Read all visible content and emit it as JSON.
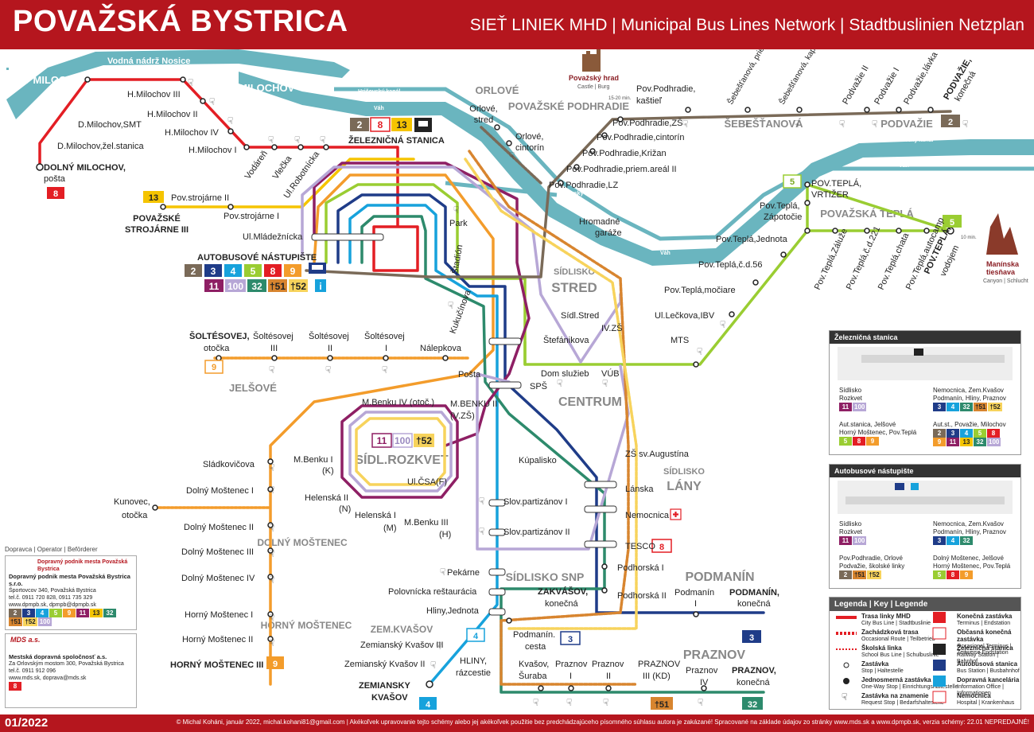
{
  "header": {
    "title": "POVAŽSKÁ BYSTRICA",
    "subtitle": "SIEŤ LINIEK MHD | Municipal Bus Lines Network | Stadtbuslinien Netzplan"
  },
  "footer": {
    "date": "01/2022",
    "credits": "© Michal Koháni, január 2022, michal.kohani81@gmail.com | Akékoľvek upravovanie tejto schémy alebo jej akékoľvek použitie bez predchádzajúceho písomného súhlasu autora je zakázané! Spracované na základe údajov zo stránky www.mds.sk a www.dpmpb.sk, verzia schémy: 22.01 NEPREDAJNÉ!"
  },
  "colors": {
    "brand": "#b5161e",
    "water": "#6ab5bf",
    "line2": "#7a6a58",
    "line3": "#1f3c88",
    "line4": "#17a2dc",
    "line5": "#9acd32",
    "line8": "#e31e24",
    "line9": "#f39c2b",
    "line11": "#8e1f64",
    "line13": "#f5c400",
    "line32": "#2d8a6c",
    "line100": "#b7a7d6",
    "lineT51": "#d8852f",
    "lineT52": "#f7d35c"
  },
  "water_labels": {
    "reservoir": "Vodná nádrž Nosice",
    "canal1": "Hričovský kanál",
    "vah1": "Váh",
    "canal2": "Hričovský kanál",
    "canal3": "Hričovský kanál",
    "vah2": "Váh",
    "canal4": "Hričovský kanál",
    "vah3": "Váh"
  },
  "districts": {
    "dolny_milochov": "DOLNÝ\nMILOCHOV",
    "horny_milochov": "HORNÝ\nMILOCHOV",
    "orlove": "ORLOVÉ",
    "povazske_podhradie": "POVAŽSKÉ\nPODHRADIE",
    "sebestanova": "ŠEBEŠŤANOVÁ",
    "podvazie": "PODVAŽIE",
    "povazska_tepla": "POVAŽSKÁ TEPLÁ",
    "sidlisko_stred_1": "SÍDLISKO",
    "sidlisko_stred_2": "STRED",
    "centrum": "CENTRUM",
    "sidlisko_lany_1": "SÍDLISKO",
    "sidlisko_lany_2": "LÁNY",
    "jelsove": "JELŠOVÉ",
    "rozkvet": "SÍDL.ROZKVET",
    "dolny_mostenec": "DOLNÝ\nMOŠTENEC",
    "horny_mostenec": "HORNÝ\nMOŠTENEC",
    "sidlisko_snp": "SÍDLISKO SNP",
    "podmanin": "PODMANÍN",
    "zem_kvasov": "ZEM.KVAŠOV",
    "praznov": "PRAZNOV"
  },
  "stops": {
    "d_milochov_konecna": "DOLNÝ MILOCHOV,",
    "d_milochov_posta": "pošta",
    "d_milochov_zel": "D.Milochov,žel.stanica",
    "d_milochov_smt": "D.Milochov,SMT",
    "h_milochov_iii": "H.Milochov III",
    "h_milochov_ii": "H.Milochov II",
    "h_milochov_iv": "H.Milochov IV",
    "h_milochov_i": "H.Milochov I",
    "vodaren": "Vodáreň",
    "vlecka": "Vlečka",
    "ul_robotnicka": "Ul.Robotnícka",
    "zel_stanica": "ŽELEZNIČNÁ STANICA",
    "pov_strojarne_ii": "Pov.strojárne II",
    "pov_strojarne_i": "Pov.strojárne I",
    "pov_strojarne_iii_1": "POVAŽSKÉ",
    "pov_strojarne_iii_2": "STROJÁRNE III",
    "ul_mladeznicka": "Ul.Mládežnícka",
    "aut_nastupiste": "AUTOBUSOVÉ NÁSTUPIŠTE",
    "park": "Park",
    "stadion": "Štadión",
    "kukucinova": "Kukučínova",
    "orlove_stred_1": "Orlové,",
    "orlove_stred_2": "stred",
    "orlove_cintorin_1": "Orlové,",
    "orlove_cintorin_2": "cintorín",
    "hromadne_garaze_1": "Hromadné",
    "hromadne_garaze_2": "garáže",
    "pov_podhradie_lz": "Pov.Podhradie,LZ",
    "pov_podhradie_priem": "Pov.Podhradie,priem.areál II",
    "pov_podhradie_krizan": "Pov.Podhradie,Križan",
    "pov_podhradie_cint": "Pov.Podhradie,cintorín",
    "pov_podhradie_zs": "Pov.Podhradie,ZŠ",
    "pov_podhradie_kastiel_1": "Pov.Podhradie,",
    "pov_podhradie_kastiel_2": "kaštieľ",
    "povazsky_hrad": "Považský hrad",
    "povazsky_hrad_sub": "Castle | Burg",
    "hrad_walk": "15-20 min.",
    "sebestanova_areal": "Šebešťanová, priemyselný areál",
    "sebestanova_kaplnka": "Šebešťanová, kaplnka",
    "sebestanova_1": "Šebešťanová,",
    "podvazie_ii": "Podvažie II",
    "podvazie_i": "Podvažie I",
    "podvazie_lavka": "Podvažie,lávka",
    "podvazie_konecna_1": "PODVAŽIE,",
    "podvazie_konecna_2": "konečná",
    "pov_tepla_vrtizer_1": "POV.TEPLÁ,",
    "pov_tepla_vrtizer_2": "VRTIŽER",
    "pov_tepla_zapotocie_1": "Pov.Teplá,",
    "pov_tepla_zapotocie_2": "Zápotočie",
    "pov_tepla_jednota": "Pov.Teplá,Jednota",
    "pov_tepla_zaluzie": "Pov.Teplá,Záluže",
    "pov_tepla_cd221": "Pov.Teplá,č.d.221",
    "pov_tepla_chata": "Pov.Teplá,chata",
    "pov_tepla_autocamp": "Pov.Teplá,autocamp",
    "pov_tepla_vodojem_1": "POV.TEPLÁ,",
    "pov_tepla_vodojem_2": "vodojem",
    "pov_tepla_cd56": "Pov.Teplá,č.d.56",
    "pov_tepla_mociare": "Pov.Teplá,močiare",
    "manin_1": "Manínska",
    "manin_2": "tiesňava",
    "manin_sub": "Canyon | Schlucht",
    "manin_walk": "10 min.",
    "ul_leckova": "Ul.Lečkova,IBV",
    "mts": "MTS",
    "sidl_stred": "Sídl.Stred",
    "iv_zs": "IV.ZŠ",
    "stefanikova": "Štefánikova",
    "dom_sluzieb": "Dom služieb",
    "vub": "VÚB",
    "spš": "SPŠ",
    "posta": "Pošta",
    "soltesovej_otocka_1": "ŠOLTÉSOVEJ,",
    "soltesovej_otocka_2": "otočka",
    "soltesovej_iii_1": "Šoltésovej",
    "soltesovej_iii_2": "III",
    "soltesovej_ii_1": "Šoltésovej",
    "soltesovej_ii_2": "II",
    "soltesovej_i_1": "Šoltésovej",
    "soltesovej_i_2": "I",
    "nalepkova": "Nálepkova",
    "m_benku_iv": "M.Benku IV (otoč.)",
    "m_benku_ii_1": "M.BENKU II",
    "m_benku_ii_2": "(V.ZŠ)",
    "m_benku_i_1": "M.Benku I",
    "m_benku_i_2": "(K)",
    "helenska_ii_1": "Helenská II",
    "helenska_ii_2": "(N)",
    "helenska_i_1": "Helenská I",
    "helenska_i_2": "(M)",
    "ul_csa_1": "Ul.ČSA",
    "ul_csa_2": "(F)",
    "m_benku_iii_1": "M.Benku III",
    "m_benku_iii_2": "(H)",
    "kupalisko": "Kúpalisko",
    "zs_sv_augustina": "ZŠ sv.Augustína",
    "lanska": "Lánska",
    "nemocnica": "Nemocnica",
    "tesco": "TESCO",
    "podhorska_i": "Podhorská I",
    "podhorska_ii": "Podhorská II",
    "slov_partizanov_i": "Slov.partizánov I",
    "slov_partizanov_ii": "Slov.partizánov II",
    "sladkovicova": "Sládkovičova",
    "dolny_mostenec_i": "Dolný Moštenec I",
    "dolny_mostenec_ii": "Dolný Moštenec II",
    "dolny_mostenec_iii": "Dolný Moštenec III",
    "dolny_mostenec_iv": "Dolný Moštenec IV",
    "kunovec_1": "Kunovec,",
    "kunovec_2": "otočka",
    "horny_mostenec_i": "Horný Moštenec I",
    "horny_mostenec_ii": "Horný Moštenec II",
    "horny_mostenec_iii": "HORNÝ MOŠTENEC III",
    "pekarne": "Pekárne",
    "polovnicka": "Polovnícka reštaurácia",
    "hliny_jednota": "Hliny,Jednota",
    "zakvasov_1": "ZAKVÁŠOV,",
    "zakvasov_2": "konečná",
    "podmanin_1": "Podmanín",
    "podmanin_2": "I",
    "podmanin_konecna_1": "PODMANÍN,",
    "podmanin_konecna_2": "konečná",
    "podmanin_cesta_1": "Podmanín.",
    "podmanin_cesta_2": "cesta",
    "zem_kvasov_iii": "Zemianský Kvašov III",
    "zem_kvasov_ii": "Zemianský Kvašov II",
    "zem_kvasov_konecna_1": "ZEMIANSKY",
    "zem_kvasov_konecna_2": "KVAŠOV",
    "hliny_razcestie_1": "HLINY,",
    "hliny_razcestie_2": "rázcestie",
    "kvasov_suraba_1": "Kvašov,",
    "kvasov_suraba_2": "Šuraba",
    "praznov_i_1": "Praznov",
    "praznov_i_2": "I",
    "praznov_ii_1": "Praznov",
    "praznov_ii_2": "II",
    "praznov_iii_1": "PRAZNOV",
    "praznov_iii_2": "III (KD)",
    "praznov_iv_1": "Praznov",
    "praznov_iv_2": "IV",
    "praznov_konecna_1": "PRAZNOV,",
    "praznov_konecna_2": "konečná"
  },
  "badges": {
    "b8": "8",
    "b13": "13",
    "b2": "2",
    "b3": "3",
    "b4": "4",
    "b5": "5",
    "b9": "9",
    "b11": "11",
    "b100": "100",
    "b32": "32",
    "bt51": "†51",
    "bt52": "†52",
    "bi": "i"
  },
  "zel_stanica_lines": [
    "2",
    "8",
    "13"
  ],
  "nastupiste_lines_row1": [
    "2",
    "3",
    "4",
    "5",
    "8",
    "9"
  ],
  "nastupiste_lines_row2": [
    "11",
    "100",
    "32",
    "†51",
    "†52",
    "i"
  ],
  "rozkvet_lines": [
    "11",
    "100",
    "†52"
  ],
  "panel_zel": {
    "title": "Železničná stanica",
    "cells": [
      {
        "name": "Sídlisko\nRozkvet",
        "lines": [
          "11",
          "100"
        ]
      },
      {
        "name": "Nemocnica, Zem.Kvašov\nPodmanín, Hliny, Praznov",
        "lines": [
          "3",
          "4",
          "32",
          "†51",
          "†52"
        ]
      },
      {
        "name": "Aut.stanica, Jelšové\nHorný Moštenec, Pov.Teplá",
        "lines": [
          "5",
          "8",
          "9"
        ]
      },
      {
        "name": "Aut.st., Považie, Milochov",
        "lines": [
          "2",
          "3",
          "4",
          "5",
          "8",
          "9",
          "11",
          "13",
          "32",
          "100"
        ]
      }
    ]
  },
  "panel_aut": {
    "title": "Autobusové nástupište",
    "cells": [
      {
        "name": "Sídlisko\nRozkvet",
        "lines": [
          "11",
          "100"
        ]
      },
      {
        "name": "Nemocnica, Zem.Kvašov\nPodmanín, Hliny, Praznov",
        "lines": [
          "3",
          "4",
          "32"
        ]
      },
      {
        "name": "Pov.Podhradie, Orlové\nPodvažie, školské linky",
        "lines": [
          "2",
          "†51",
          "†52"
        ]
      },
      {
        "name": "Dolný Moštenec, Jelšové\nHorný Moštenec, Pov.Teplá",
        "lines": [
          "5",
          "8",
          "9"
        ]
      }
    ]
  },
  "legend": {
    "title": "Legenda | Key | Legende",
    "items": [
      {
        "label": "Trasa linky MHD",
        "sub": "City Bus Line | Stadtbuslinie"
      },
      {
        "label": "Konečná zastávka",
        "sub": "Terminus | Endstation"
      },
      {
        "label": "Zachádzková trasa",
        "sub": "Occasional Route | Teilbetrieb"
      },
      {
        "label": "Občasná konečná zastávka",
        "sub": "Occasional Terminus | Zeitweise Endstation"
      },
      {
        "label": "Školská linka",
        "sub": "School Bus Line | Schulbuslinie"
      },
      {
        "label": "Železničná stanica",
        "sub": "Railway Station | Bahnhof"
      },
      {
        "label": "Zastávka",
        "sub": "Stop | Haltestelle"
      },
      {
        "label": "Autobusová stanica",
        "sub": "Bus Station | Busbahnhof"
      },
      {
        "label": "Jednosmerná zastávka",
        "sub": "One-Way Stop | Einrichtungshaltestelle"
      },
      {
        "label": "Dopravná kancelária",
        "sub": "Information Office | Informationen"
      },
      {
        "label": "Zastávka na znamenie",
        "sub": "Request Stop | Bedarfshaltestelle"
      },
      {
        "label": "Nemocnica",
        "sub": "Hospital | Krankenhaus"
      }
    ]
  },
  "operators": {
    "heading": "Dopravca | Operator | Beförderer",
    "dp_logo": "Dopravný podnik mesta Považská Bystrica",
    "dp_name": "Dopravný podnik mesta Považská Bystrica s.r.o.",
    "dp_addr": "Športovcov 340, Považská Bystrica",
    "dp_tel": "tel.č. 0911 720 828, 0911 735 329",
    "dp_mail": "www.dpmpb.sk, dpmpb@dpmpb.sk",
    "dp_lines": [
      "2",
      "3",
      "4",
      "5",
      "9",
      "11",
      "13",
      "32",
      "†51",
      "†52",
      "100"
    ],
    "mds_logo": "MDS a.s.",
    "mds_name": "Mestská dopravná spoločnosť a.s.",
    "mds_addr": "Za Orlovským mostom 300, Považská Bystrica",
    "mds_tel": "tel.č. 0911 912 096",
    "mds_mail": "www.mds.sk, doprava@mds.sk",
    "mds_lines": [
      "8"
    ]
  }
}
